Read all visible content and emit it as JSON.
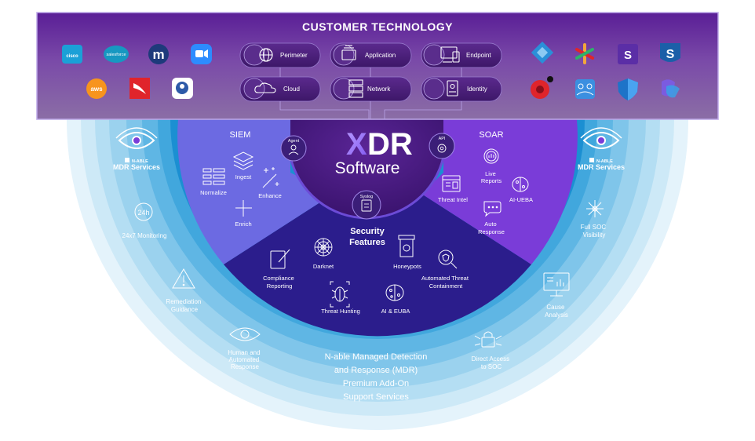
{
  "header": {
    "title": "CUSTOMER TECHNOLOGY",
    "categories": [
      {
        "label": "Perimeter",
        "icon": "globe-icon"
      },
      {
        "label": "Application",
        "icon": "stack-icon"
      },
      {
        "label": "Endpoint",
        "icon": "devices-icon"
      },
      {
        "label": "Cloud",
        "icon": "cloud-icon"
      },
      {
        "label": "Network",
        "icon": "server-icon"
      },
      {
        "label": "Identity",
        "icon": "id-card-icon"
      }
    ],
    "vendor_logos_left": [
      {
        "name": "cisco-logo",
        "text": "cisco",
        "color": "#1ba0d7"
      },
      {
        "name": "salesforce-logo",
        "text": "salesforce",
        "color": "#1798c1"
      },
      {
        "name": "mimecast-logo",
        "text": "m",
        "color": "#1e3a7b"
      },
      {
        "name": "zoom-logo",
        "text": "",
        "color": "#2d8cff"
      },
      {
        "name": "aws-logo",
        "text": "aws",
        "color": "#f7941d"
      },
      {
        "name": "crowdstrike-logo",
        "text": "",
        "color": "#e0242b"
      },
      {
        "name": "agent-logo",
        "text": "",
        "color": "#ffffff"
      }
    ],
    "vendor_logos_right": [
      {
        "name": "diamond-logo",
        "color": "#2a8fd8"
      },
      {
        "name": "asterisk-logo",
        "color": "#f2a73b"
      },
      {
        "name": "s-shield-logo",
        "color": "#5b2ea6"
      },
      {
        "name": "sentinel-s-logo",
        "color": "#1b5fa8"
      },
      {
        "name": "circle-logo",
        "color": "#e0242b"
      },
      {
        "name": "people-logo",
        "color": "#3b8fe0"
      },
      {
        "name": "defender-logo",
        "color": "#1e73c8"
      },
      {
        "name": "copilot-logo",
        "color": "#7b5be0"
      }
    ]
  },
  "center": {
    "xdr_x": "X",
    "xdr_dr": "DR",
    "software": "Software",
    "agent": "Agent",
    "api": "API",
    "syslog": "Syslog"
  },
  "siem": {
    "title": "SIEM",
    "items": [
      "Ingest",
      "Normalize",
      "Enhance",
      "Enrich"
    ]
  },
  "soar": {
    "title": "SOAR",
    "items": [
      "Live Reports",
      "Threat Intel",
      "AI-UEBA",
      "Auto Response"
    ]
  },
  "security": {
    "title_line1": "Security",
    "title_line2": "Features",
    "items": [
      "Darknet",
      "Honeypots",
      "Compliance Reporting",
      "Automated Threat Containment",
      "Threat Hunting",
      "AI & EUBA"
    ]
  },
  "mdr": {
    "brand": "N-ABLE",
    "services": "MDR Services",
    "left_items": [
      "24x7 Monitoring",
      "Remediation Guidance",
      "Human and Automated Response"
    ],
    "right_items": [
      "Full SOC Visibility",
      "Cause Analysis",
      "Direct Access to SOC"
    ],
    "bottom_lines": [
      "N-able Managed Detection",
      "and Response (MDR)",
      "Premium Add-On",
      "Support Services"
    ]
  },
  "colors": {
    "header_bg": "#6a2ea3",
    "siem": "#6d66e0",
    "soar": "#7a3fd6",
    "security": "#2a1f8a",
    "core": "#43187a",
    "ring_light": "#bfe3f5",
    "ring_mid": "#4fb7e6",
    "ring_dark": "#1d8fd0"
  }
}
